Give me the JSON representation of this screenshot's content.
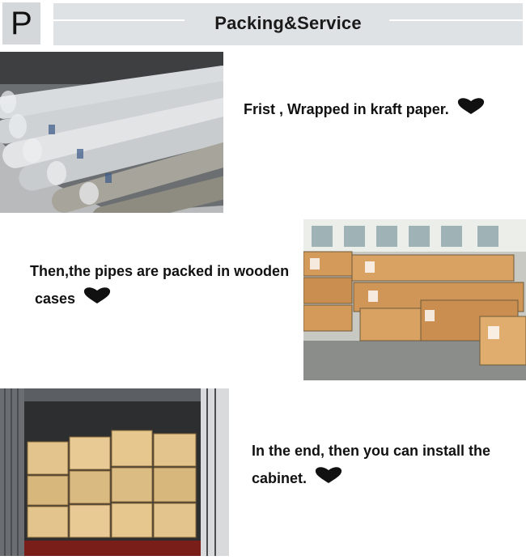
{
  "badge_letter": "P",
  "section_title": "Packing&Service",
  "steps": [
    {
      "text": "Frist , Wrapped in kraft paper.",
      "icon": "heart-icon"
    },
    {
      "line1": "Then,the pipes are packed in wooden",
      "line2": "cases",
      "icon": "heart-icon"
    },
    {
      "line1": "In the end, then you can install the",
      "line2": "cabinet.",
      "icon": "heart-icon"
    }
  ],
  "colors": {
    "banner": "#dfe2e5",
    "badge": "#d4d8db",
    "heart": "#111111"
  }
}
